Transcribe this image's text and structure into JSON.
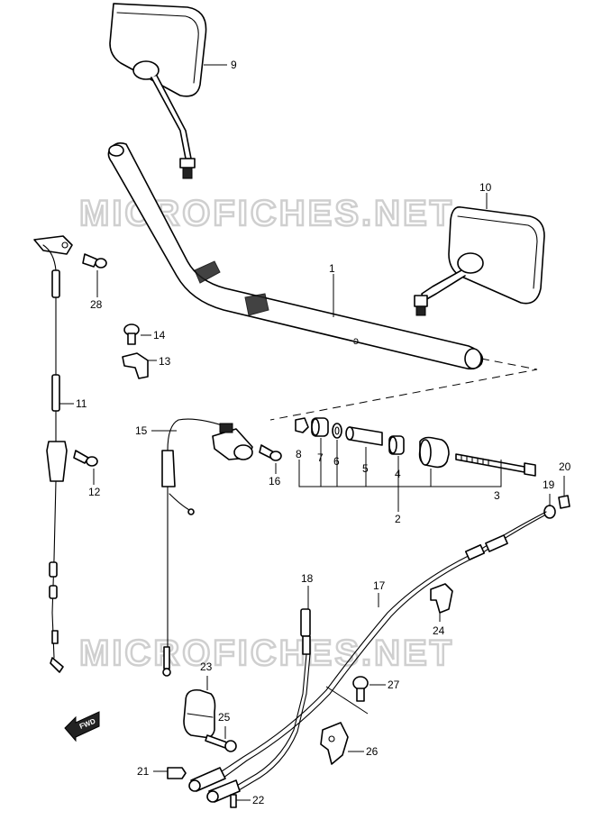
{
  "watermark": "MICROFICHES.NET",
  "fwd_label": "FWD",
  "callouts": {
    "p1": "1",
    "p2": "2",
    "p3": "3",
    "p4": "4",
    "p5": "5",
    "p6": "6",
    "p7": "7",
    "p8": "8",
    "p9": "9",
    "p10": "10",
    "p11": "11",
    "p12": "12",
    "p13": "13",
    "p14": "14",
    "p15": "15",
    "p16": "16",
    "p17": "17",
    "p18": "18",
    "p19": "19",
    "p20": "20",
    "p21": "21",
    "p22": "22",
    "p23": "23",
    "p24": "24",
    "p25": "25",
    "p26": "26",
    "p27": "27",
    "p28": "28"
  },
  "colors": {
    "line": "#000000",
    "watermark": "#cfcfcf",
    "background": "#ffffff"
  }
}
